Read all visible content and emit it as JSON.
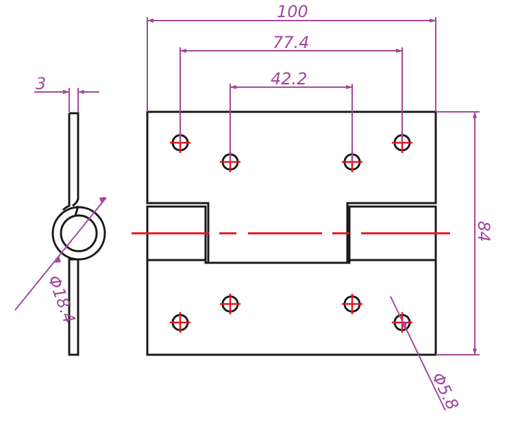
{
  "drawing": {
    "colors": {
      "object": "#1a1a1a",
      "dimension": "#a2479d",
      "centerline": "#e3161b"
    },
    "dimensions": {
      "overall_width": "100",
      "outer_hole_spacing": "77.4",
      "inner_hole_spacing": "42.2",
      "overall_height": "84",
      "thickness": "3",
      "knuckle_diameter": "Φ18.4",
      "hole_diameter": "Φ5.8"
    }
  }
}
